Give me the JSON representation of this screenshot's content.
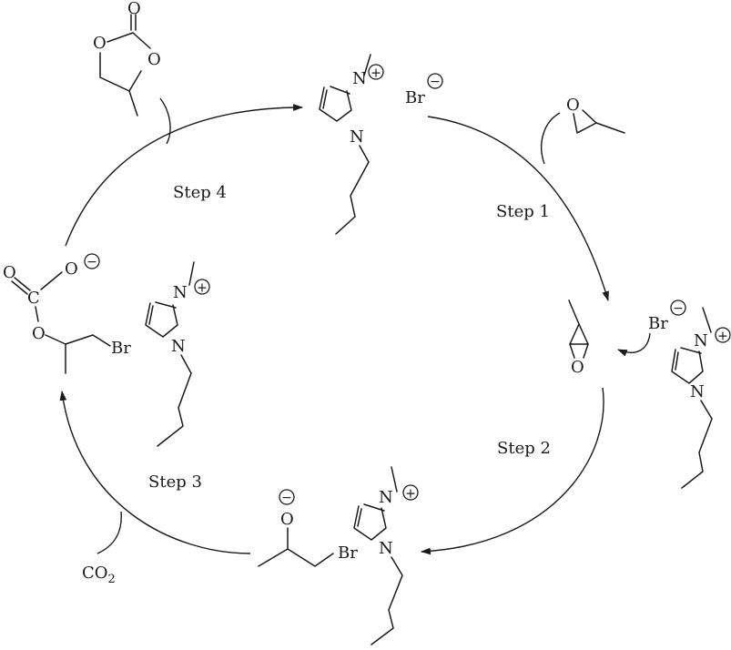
{
  "steps": [
    "Step 1",
    "Step 2",
    "Step 3",
    "Step 4"
  ],
  "atoms": {
    "n": "N",
    "o": "O",
    "c": "C",
    "br": "Br",
    "co2_main": "CO",
    "co2_sub": "2"
  },
  "charges": {
    "plus": "+",
    "minus": "−"
  },
  "colors": {
    "ink": "#1a1a1a",
    "background": "#ffffff"
  }
}
